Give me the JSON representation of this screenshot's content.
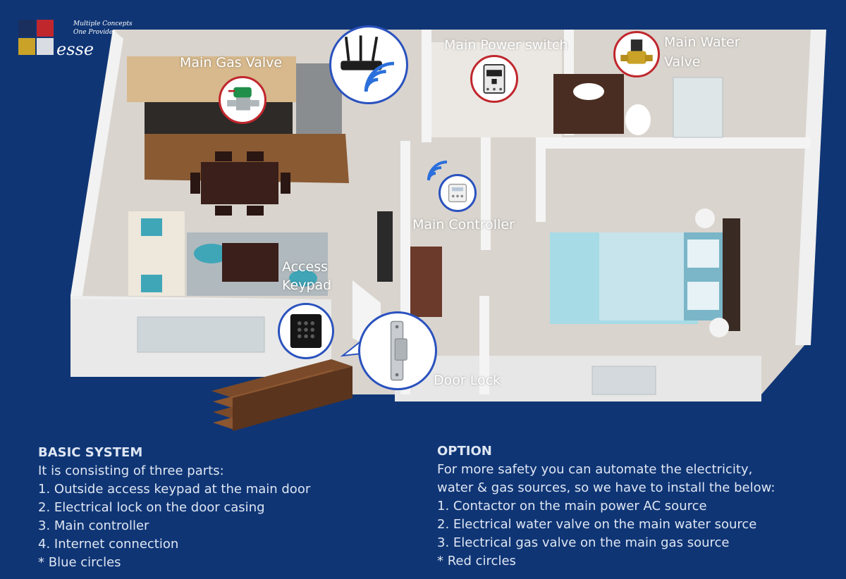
{
  "logo": {
    "tagline_line1": "Multiple Concepts",
    "tagline_line2": "One Provider",
    "wordmark": "esse",
    "colors": [
      "#1a2f5e",
      "#c0272d",
      "#c9a227",
      "#d9dde3"
    ]
  },
  "labels": {
    "gas_valve": "Main Gas Valve",
    "power_switch": "Main Power switch",
    "water_valve_line1": "Main Water",
    "water_valve_line2": "Valve",
    "main_controller": "Main Controller",
    "keypad_line1": "Access",
    "keypad_line2": "Keypad",
    "door_lock": "Door Lock"
  },
  "legend_colors": {
    "blue": "#2a52be",
    "red": "#c0272d"
  },
  "basic": {
    "title": "BASIC SYSTEM",
    "lines": [
      "It is consisting of three parts:",
      "1. Outside access keypad at the main door",
      "2. Electrical lock on the door casing",
      "3. Main controller",
      "4. Internet connection",
      "* Blue circles"
    ]
  },
  "option": {
    "title": "OPTION",
    "lines": [
      "For more safety you can automate the electricity,",
      "water & gas sources, so we have to install the below:",
      "1. Contactor on the main power AC source",
      "2. Electrical water valve on the main water source",
      "3. Electrical gas valve on the main gas source",
      "* Red circles"
    ]
  }
}
